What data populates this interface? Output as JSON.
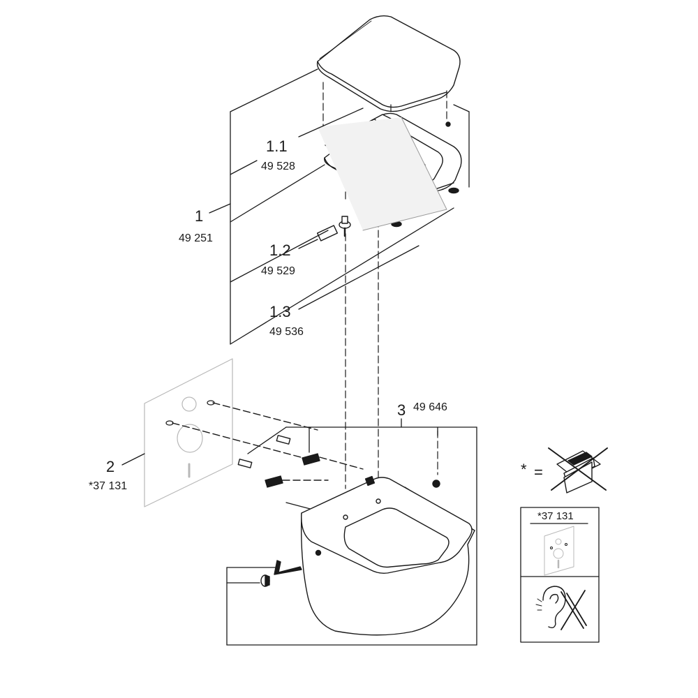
{
  "callouts": [
    {
      "id": "1.1",
      "number": "1.1",
      "code": "49 528"
    },
    {
      "id": "1",
      "number": "1",
      "code": "49 251"
    },
    {
      "id": "1.2",
      "number": "1.2",
      "code": "49 529"
    },
    {
      "id": "1.3",
      "number": "1.3",
      "code": "49 536"
    },
    {
      "id": "2",
      "number": "2",
      "code": "*37 131"
    },
    {
      "id": "3",
      "number": "3",
      "code": "49 646"
    }
  ],
  "legend": {
    "asterisk": "*",
    "equals": "=",
    "box_code": "*37 131",
    "icons": [
      "not-included-box-icon",
      "installation-frame-icon",
      "no-noise-ear-icon"
    ]
  },
  "colors": {
    "line": "#1a1a1a",
    "fill": "#ffffff",
    "panel_line": "#bdbdbd",
    "shade": "#e6e6e6"
  }
}
